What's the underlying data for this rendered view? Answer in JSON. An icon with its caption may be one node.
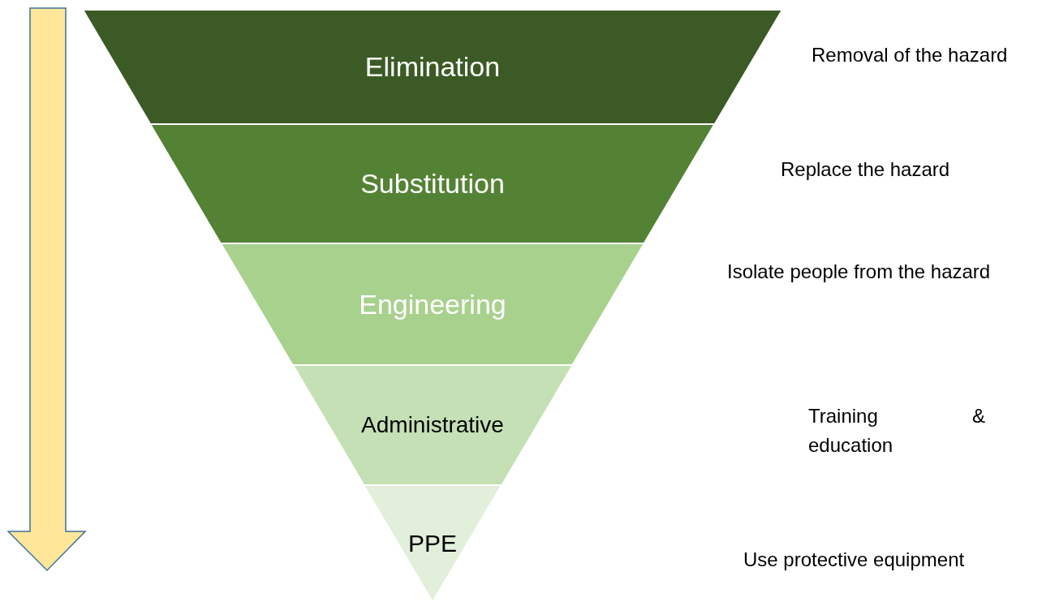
{
  "diagram": {
    "nodes": [
      {
        "text": [
          "Elimination"
        ]
      },
      {
        "text": [
          "Substitution"
        ]
      },
      {
        "text": [
          "Engineering"
        ]
      },
      {
        "text": [
          "Administrative"
        ]
      },
      {
        "text": [
          "PPE"
        ]
      }
    ],
    "labels": [
      "Removal of the hazard",
      "Replace the hazard",
      "Isolate people from the hazard",
      "Training & education",
      "Use protective equipment"
    ]
  }
}
